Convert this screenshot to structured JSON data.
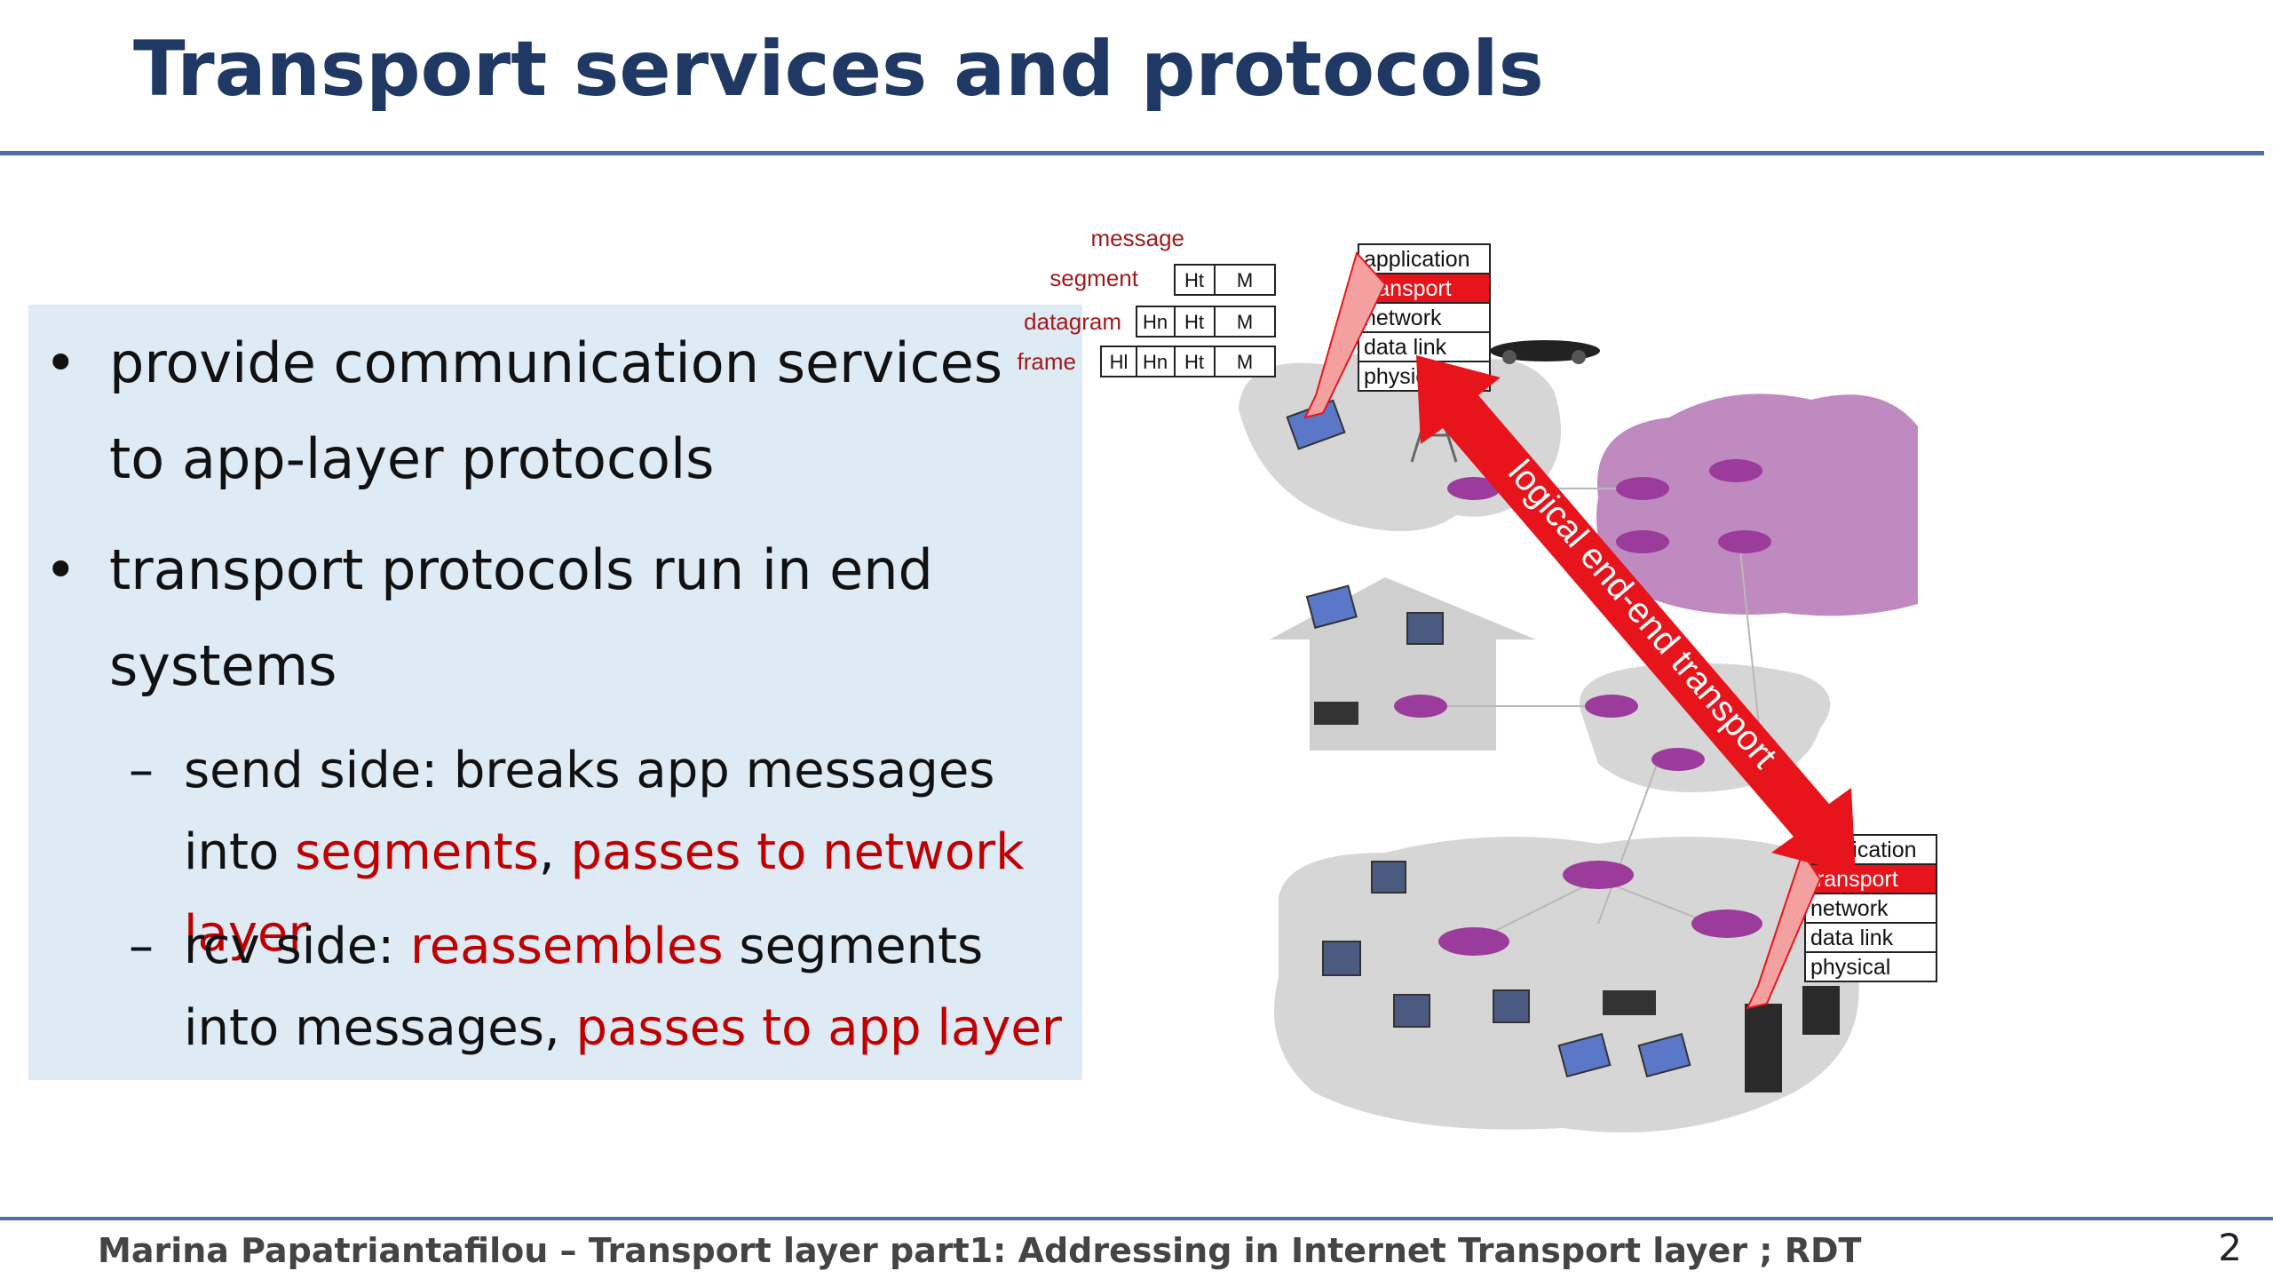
{
  "slide": {
    "title": "Transport services and protocols",
    "footer": "Marina Papatriantafilou –  Transport layer part1: Addressing in Internet Transport layer ; RDT",
    "page_number": "2"
  },
  "bullets": [
    {
      "text": "provide communication services to app-layer protocols"
    },
    {
      "text": "transport protocols run in end systems"
    }
  ],
  "sub_bullets": [
    {
      "plain1": "send side: breaks app messages into ",
      "red1": "segments",
      "plain2": ", ",
      "red2": "passes to  network layer",
      "plain3": ""
    },
    {
      "plain1": "rcv side: ",
      "red1": "reassembles",
      "plain2": " segments into messages, ",
      "red2": "passes to app layer",
      "plain3": ""
    }
  ],
  "diagram": {
    "pdu_labels": [
      "message",
      "segment",
      "datagram",
      "frame"
    ],
    "header_cells": {
      "segment": [
        "Ht",
        "M"
      ],
      "datagram": [
        "Hn",
        "Ht",
        "M"
      ],
      "frame": [
        "Hl",
        "Hn",
        "Ht",
        "M"
      ]
    },
    "stack_top": [
      "application",
      "transport",
      "network",
      "data link",
      "physical"
    ],
    "stack_bottom": [
      "application",
      "transport",
      "network",
      "data link",
      "physical"
    ],
    "arrow_label": "logical end-end transport",
    "colors": {
      "highlight": "#e8141c",
      "label_red": "#a01b1b",
      "cloud": "#d6d6d6",
      "purple": "#8a2a8a"
    }
  }
}
